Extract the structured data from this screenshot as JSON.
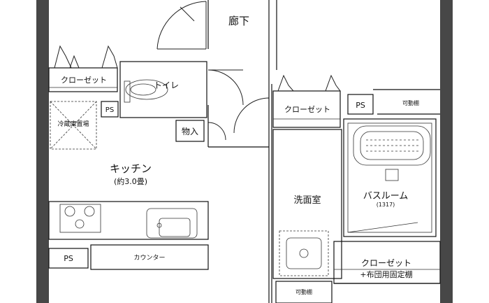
{
  "rooms": {
    "hallway": "廊下",
    "closet_left": "クローゼット",
    "toilet": "トイレ",
    "ps_toilet": "PS",
    "fridge": "冷蔵庫置場",
    "storage": "物入",
    "kitchen": "キッチン",
    "kitchen_area": "(約3.0畳)",
    "counter": "カウンター",
    "ps_kitchen": "PS",
    "closet_center": "クローゼット",
    "ps_center": "PS",
    "movable_shelf_top": "可動棚",
    "washroom": "洗面室",
    "bathroom": "バスルーム",
    "bathroom_size": "(1317)",
    "closet_bottom": "クローゼット",
    "futon_shelf": "+布団用固定棚",
    "movable_shelf_bottom": "可動棚"
  },
  "colors": {
    "wall": "#474747",
    "line": "#111111",
    "background": "#ffffff"
  }
}
